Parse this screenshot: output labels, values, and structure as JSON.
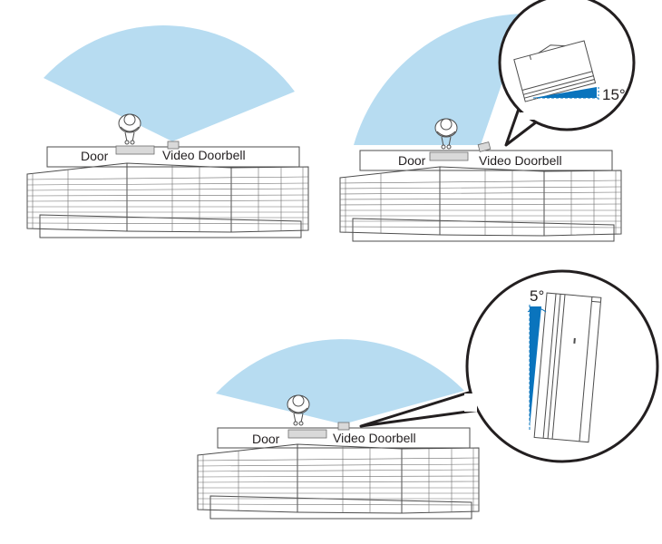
{
  "colors": {
    "field_of_view": "#b7dcf1",
    "angle_marker": "#0a74bd",
    "line": "#4d4d4d",
    "doorbell_fill": "#d9d9d9"
  },
  "scenes": [
    {
      "door_label": "Door",
      "doorbell_label": "Video Doorbell"
    },
    {
      "door_label": "Door",
      "doorbell_label": "Video Doorbell",
      "callout": {
        "angle_label": "15°",
        "tilt_degrees": 15
      }
    },
    {
      "door_label": "Door",
      "doorbell_label": "Video Doorbell",
      "callout": {
        "angle_label": "5°",
        "tilt_degrees": 5
      }
    }
  ],
  "icons": [
    "person-icon",
    "doorbell-icon",
    "house-plan-icon",
    "magnifier-callout"
  ]
}
